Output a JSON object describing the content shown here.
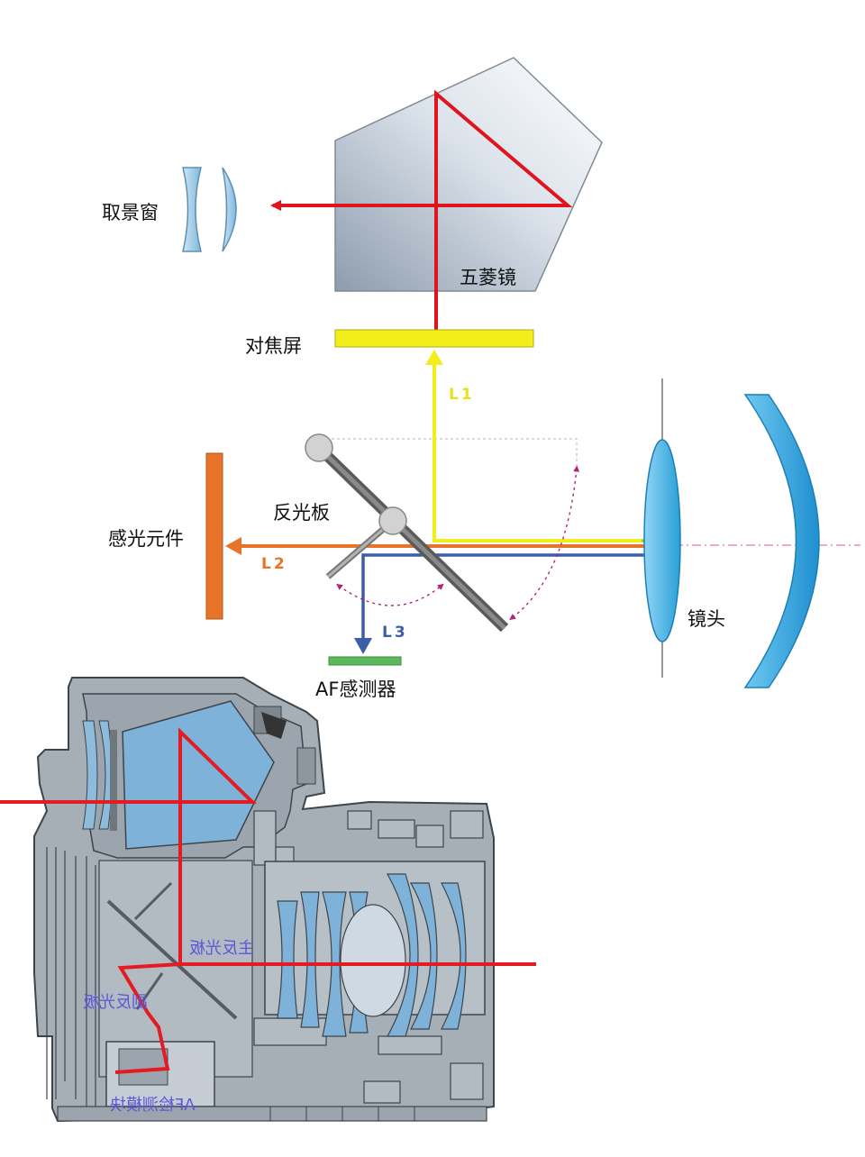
{
  "labels": {
    "viewfinder": "取景窗",
    "pentaprism": "五菱镜",
    "focusing_screen": "对焦屏",
    "reflex_mirror": "反光板",
    "sensor": "感光元件",
    "lens": "镜头",
    "af_sensor": "AF感测器"
  },
  "rays": {
    "l1": "L1",
    "l2": "L2",
    "l3": "L3"
  },
  "cutaway_labels": {
    "main_mirror": "主反光板",
    "sub_mirror": "副反光板",
    "af_module": "AF检测模块"
  },
  "colors": {
    "red_ray": "#e0141c",
    "yellow_ray": "#f2ee1a",
    "orange_ray": "#e8742a",
    "blue_ray": "#3c5ea8",
    "sensor": "#e8742a",
    "af_plate": "#5cb85c",
    "lens": "#3fb0e0",
    "pentaprism": "#b9c4d0",
    "dashed_arc": "#b0247a",
    "camera_body": "#a6aeb6",
    "camera_glass": "#7fb2d8"
  }
}
